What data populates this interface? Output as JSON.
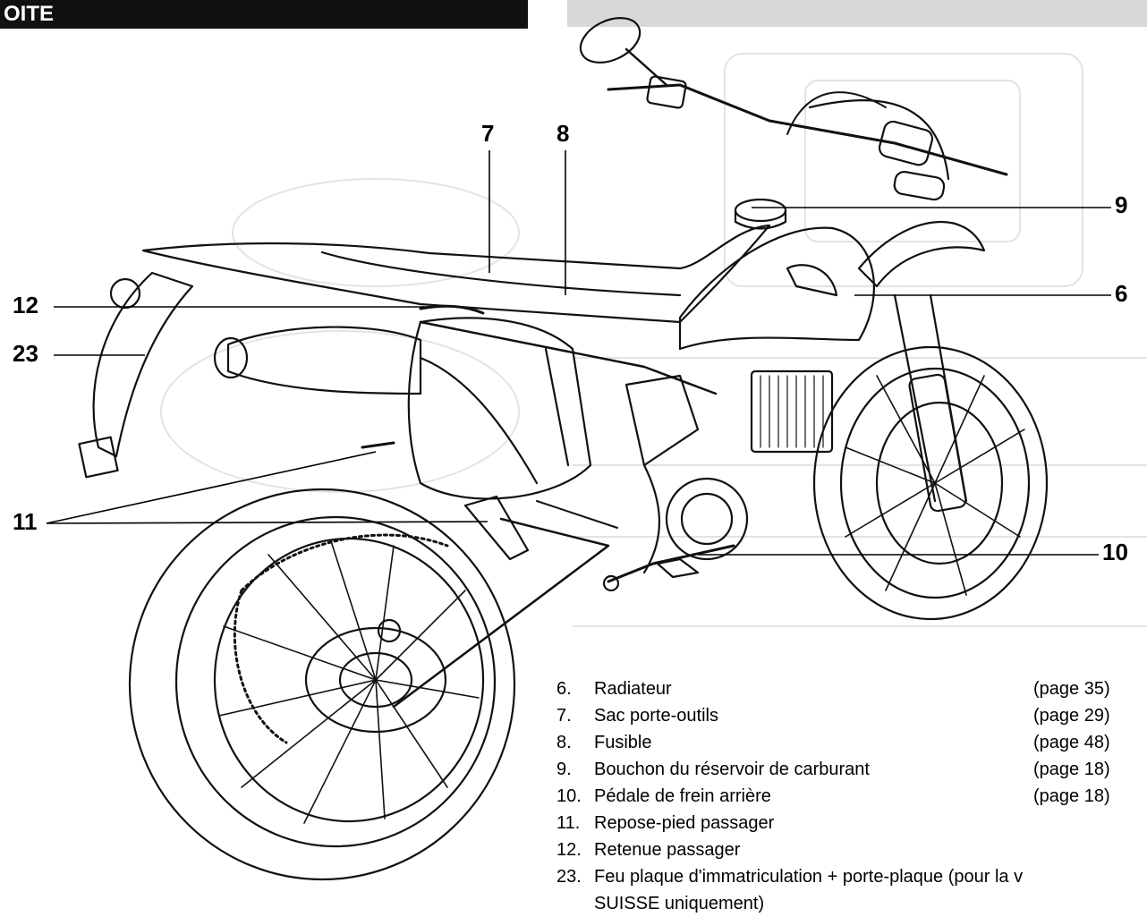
{
  "header": {
    "title": "OITE"
  },
  "callouts": [
    {
      "id": "7",
      "text": "7"
    },
    {
      "id": "8",
      "text": "8"
    },
    {
      "id": "9",
      "text": "9"
    },
    {
      "id": "12",
      "text": "12"
    },
    {
      "id": "6",
      "text": "6"
    },
    {
      "id": "23",
      "text": "23"
    },
    {
      "id": "11",
      "text": "11"
    },
    {
      "id": "10",
      "text": "10"
    }
  ],
  "legend": [
    {
      "num": "6.",
      "label": "Radiateur",
      "page": "(page 35)"
    },
    {
      "num": "7.",
      "label": "Sac porte-outils",
      "page": "(page 29)"
    },
    {
      "num": "8.",
      "label": "Fusible",
      "page": "(page 48)"
    },
    {
      "num": "9.",
      "label": "Bouchon du réservoir de carburant",
      "page": "(page 18)"
    },
    {
      "num": "10.",
      "label": "Pédale de frein arrière",
      "page": "(page 18)"
    },
    {
      "num": "11.",
      "label": "Repose-pied passager",
      "page": ""
    },
    {
      "num": "12.",
      "label": "Retenue passager",
      "page": ""
    },
    {
      "num": "23.",
      "label": "Feu plaque d'immatriculation + porte-plaque (pour la v",
      "page": ""
    },
    {
      "num": "",
      "label": "SUISSE uniquement)",
      "page": ""
    }
  ]
}
